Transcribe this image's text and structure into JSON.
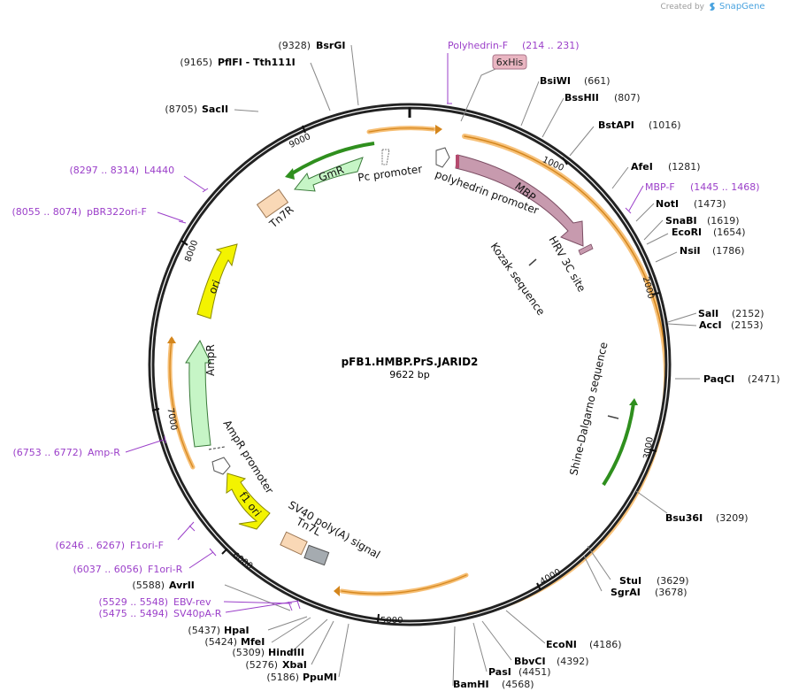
{
  "brand": {
    "prefix": "Created by",
    "name": "SnapGene"
  },
  "plasmid": {
    "name": "pFB1.HMBP.PrS.JARID2",
    "length_label": "9622 bp",
    "length": 9622
  },
  "colors": {
    "orange_feature": "#f5b35a",
    "green_feature": "#2f8f1e",
    "mbp": "#c79aae",
    "gmr": "#c6f5c6",
    "ampr": "#c6f5c6",
    "ori": "#f3f300",
    "f1ori": "#f3f300",
    "tn7": "#f9d8b6",
    "sv40": "#a5abb0",
    "primer": "#9b3fc9",
    "his_tag": "#e9b5c1"
  },
  "ticks": [
    "1000",
    "2000",
    "3000",
    "4000",
    "5000",
    "6000",
    "7000",
    "8000",
    "9000"
  ],
  "enzymes": [
    {
      "name": "BsiWI",
      "pos": "(661)"
    },
    {
      "name": "BssHII",
      "pos": "(807)"
    },
    {
      "name": "BstAPI",
      "pos": "(1016)"
    },
    {
      "name": "AfeI",
      "pos": "(1281)"
    },
    {
      "name": "NotI",
      "pos": "(1473)"
    },
    {
      "name": "SnaBI",
      "pos": "(1619)"
    },
    {
      "name": "EcoRI",
      "pos": "(1654)"
    },
    {
      "name": "NsiI",
      "pos": "(1786)"
    },
    {
      "name": "SalI",
      "pos": "(2152)"
    },
    {
      "name": "AccI",
      "pos": "(2153)"
    },
    {
      "name": "PaqCI",
      "pos": "(2471)"
    },
    {
      "name": "Bsu36I",
      "pos": "(3209)"
    },
    {
      "name": "StuI",
      "pos": "(3629)"
    },
    {
      "name": "SgrAI",
      "pos": "(3678)"
    },
    {
      "name": "EcoNI",
      "pos": "(4186)"
    },
    {
      "name": "BbvCI",
      "pos": "(4392)"
    },
    {
      "name": "PasI",
      "pos": "(4451)"
    },
    {
      "name": "BamHI",
      "pos": "(4568)"
    },
    {
      "name": "PpuMI",
      "pos": "(5186)"
    },
    {
      "name": "XbaI",
      "pos": "(5276)"
    },
    {
      "name": "HindIII",
      "pos": "(5309)"
    },
    {
      "name": "MfeI",
      "pos": "(5424)"
    },
    {
      "name": "HpaI",
      "pos": "(5437)"
    },
    {
      "name": "AvrII",
      "pos": "(5588)"
    },
    {
      "name": "SacII",
      "pos": "(8705)"
    },
    {
      "name": "PflFI - Tth111I",
      "pos": "(9165)"
    },
    {
      "name": "BsrGI",
      "pos": "(9328)"
    }
  ],
  "primers": [
    {
      "name": "Polyhedrin-F",
      "pos": "(214 .. 231)"
    },
    {
      "name": "MBP-F",
      "pos": "(1445 .. 1468)"
    },
    {
      "name": "EBV-rev",
      "pos": "(5529 .. 5548)"
    },
    {
      "name": "SV40pA-R",
      "pos": "(5475 .. 5494)"
    },
    {
      "name": "F1ori-R",
      "pos": "(6037 .. 6056)"
    },
    {
      "name": "F1ori-F",
      "pos": "(6246 .. 6267)"
    },
    {
      "name": "Amp-R",
      "pos": "(6753 .. 6772)"
    },
    {
      "name": "pBR322ori-F",
      "pos": "(8055 .. 8074)"
    },
    {
      "name": "L4440",
      "pos": "(8297 .. 8314)"
    }
  ],
  "features": {
    "his_tag": "6xHis",
    "mbp": "MBP",
    "hrv": "HRV 3C site",
    "kozak": "Kozak sequence",
    "shine": "Shine-Dalgarno sequence",
    "polyhedrin": "polyhedrin promoter",
    "pc": "Pc promoter",
    "gmr": "GmR",
    "tn7r": "Tn7R",
    "ori": "ori",
    "ampr": "AmpR",
    "ampr_promoter": "AmpR promoter",
    "f1ori": "f1 ori",
    "sv40": "SV40 poly(A) signal",
    "tn7l": "Tn7L"
  }
}
